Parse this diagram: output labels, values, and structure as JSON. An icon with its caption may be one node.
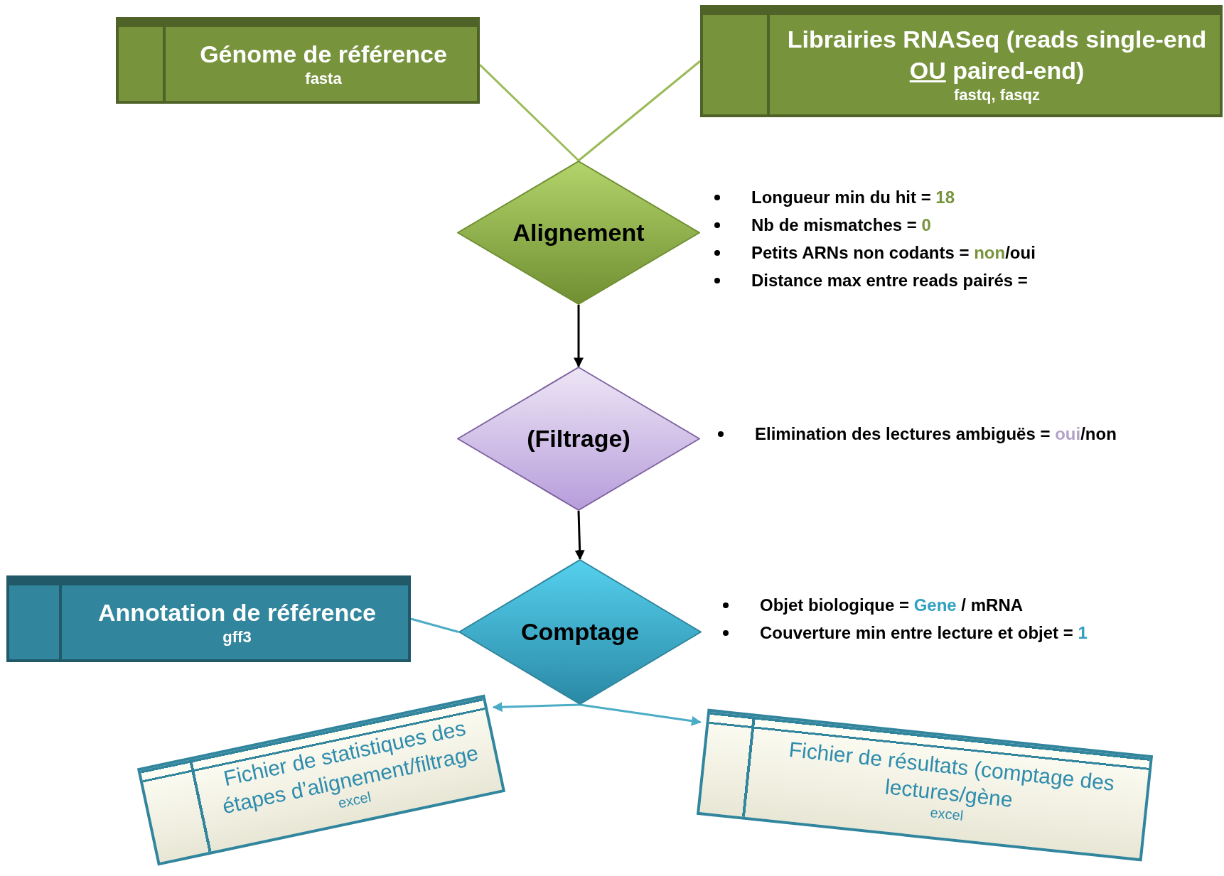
{
  "diagram": {
    "nodes": [
      {
        "text": [
          "Génome de référence",
          "fasta"
        ]
      },
      {
        "text": [
          "Librairies RNASeq (reads single-end *OU* paired-end)",
          "fastq, fasqz"
        ]
      },
      {
        "text": [
          "Alignement"
        ]
      },
      {
        "text": [
          "(Filtrage)"
        ]
      },
      {
        "text": [
          "Comptage"
        ]
      },
      {
        "text": [
          "Annotation de référence",
          "gff3"
        ]
      },
      {
        "text": [
          "Fichier de statistiques des étapes d’alignement/filtrage",
          "excel"
        ]
      },
      {
        "text": [
          "Fichier de résultats (comptage des lectures/gène",
          "excel"
        ]
      }
    ],
    "edges": [
      {
        "from": 0,
        "to": 2,
        "arrow": "none",
        "color": "#9bbb59"
      },
      {
        "from": 1,
        "to": 2,
        "arrow": "none",
        "color": "#9bbb59"
      },
      {
        "from": 2,
        "to": 3,
        "arrow": "to",
        "color": "#000000"
      },
      {
        "from": 3,
        "to": 4,
        "arrow": "to",
        "color": "#000000"
      },
      {
        "from": 5,
        "to": 4,
        "arrow": "none",
        "color": "#4bacc6"
      },
      {
        "from": 4,
        "to": 6,
        "arrow": "to",
        "color": "#4bacc6"
      },
      {
        "from": 4,
        "to": 7,
        "arrow": "to",
        "color": "#4bacc6"
      }
    ],
    "labels": [
      "Longueur min du hit = *18*",
      "Nb de mismatches = *0*",
      "Petits ARNs non codants = *non*/oui",
      "Distance max entre reads pairés =",
      "Elimination des lectures ambiguës = *oui*/non",
      "Objet biologique = *Gene* / mRNA",
      "Couverture min entre lecture et objet = *1*"
    ]
  }
}
